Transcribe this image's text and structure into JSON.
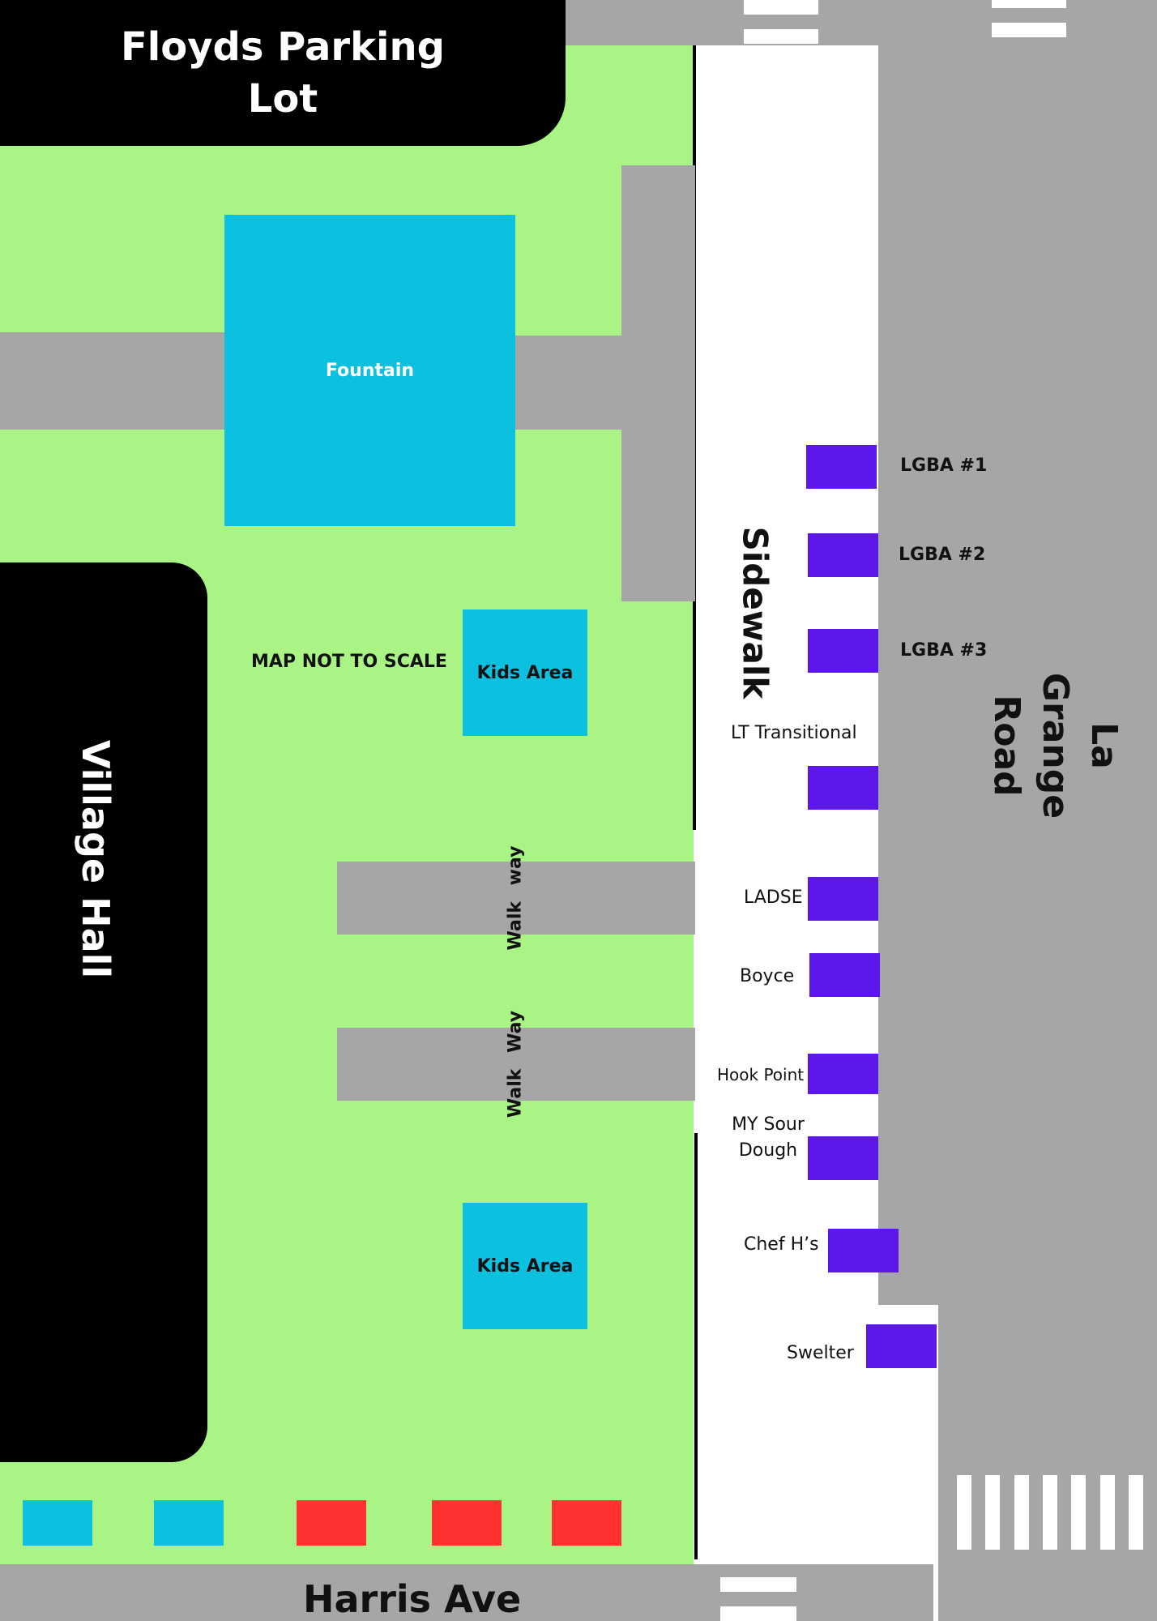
{
  "labels": {
    "parking_lot": "Floyds Parking Lot",
    "fountain": "Fountain",
    "sidewalk": "Sidewalk",
    "road": "La Grange Road",
    "village_hall": "Village Hall",
    "map_note": "MAP NOT TO SCALE",
    "kids_area_1": "Kids Area",
    "kids_area_2": "Kids Area",
    "walkway_1": "Walk way",
    "walkway_2": "Walk Way",
    "harris": "Harris Ave"
  },
  "booths": {
    "lgba1": "LGBA #1",
    "lgba2": "LGBA #2",
    "lgba3": "LGBA #3",
    "lt_transitional": "LT Transitional",
    "ladse": "LADSE",
    "boyce": "Boyce",
    "hook_point": "Hook Point",
    "my_sour_dough": "MY Sour Dough",
    "chef_h": "Chef H’s",
    "swelter": "Swelter"
  },
  "colors": {
    "lawn": "#aaf485",
    "road": "#a6a6a6",
    "water": "#0cc0df",
    "booth": "#5e17eb",
    "red_booth": "#ff3131",
    "building": "#000000"
  }
}
